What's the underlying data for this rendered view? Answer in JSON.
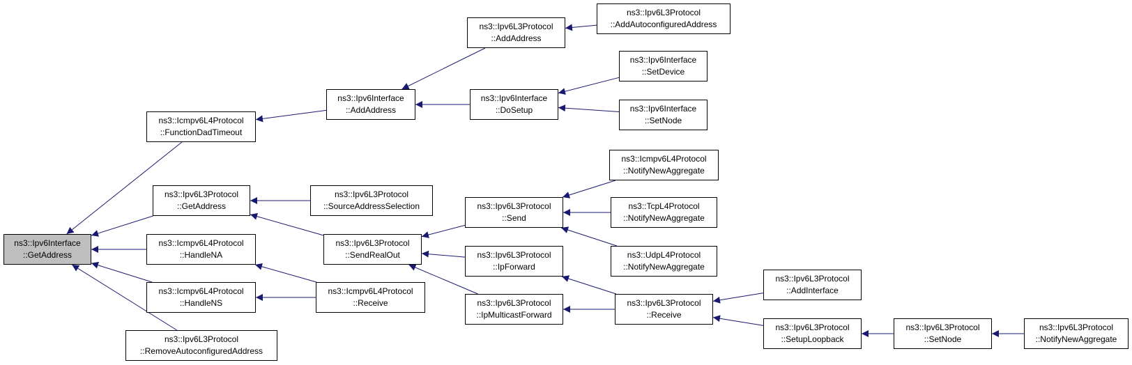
{
  "graph": {
    "title": "",
    "edge_color": "#191970",
    "root_fill": "#bfbfbf",
    "nodes": [
      {
        "id": "root",
        "line1": "ns3::Ipv6Interface",
        "line2": "::GetAddress",
        "root": true
      },
      {
        "id": "fdt",
        "line1": "ns3::Icmpv6L4Protocol",
        "line2": "::FunctionDadTimeout"
      },
      {
        "id": "ga",
        "line1": "ns3::Ipv6L3Protocol",
        "line2": "::GetAddress"
      },
      {
        "id": "hna",
        "line1": "ns3::Icmpv6L4Protocol",
        "line2": "::HandleNA"
      },
      {
        "id": "hns",
        "line1": "ns3::Icmpv6L4Protocol",
        "line2": "::HandleNS"
      },
      {
        "id": "raa",
        "line1": "ns3::Ipv6L3Protocol",
        "line2": "::RemoveAutoconfiguredAddress"
      },
      {
        "id": "ifaddr",
        "line1": "ns3::Ipv6Interface",
        "line2": "::AddAddress"
      },
      {
        "id": "sas",
        "line1": "ns3::Ipv6L3Protocol",
        "line2": "::SourceAddressSelection"
      },
      {
        "id": "sro",
        "line1": "ns3::Ipv6L3Protocol",
        "line2": "::SendRealOut"
      },
      {
        "id": "icrecv",
        "line1": "ns3::Icmpv6L4Protocol",
        "line2": "::Receive"
      },
      {
        "id": "l3addaddr",
        "line1": "ns3::Ipv6L3Protocol",
        "line2": "::AddAddress"
      },
      {
        "id": "dosetup",
        "line1": "ns3::Ipv6Interface",
        "line2": "::DoSetup"
      },
      {
        "id": "send",
        "line1": "ns3::Ipv6L3Protocol",
        "line2": "::Send"
      },
      {
        "id": "ipfwd",
        "line1": "ns3::Ipv6L3Protocol",
        "line2": "::IpForward"
      },
      {
        "id": "ipmfwd",
        "line1": "ns3::Ipv6L3Protocol",
        "line2": "::IpMulticastForward"
      },
      {
        "id": "aaa",
        "line1": "ns3::Ipv6L3Protocol",
        "line2": "::AddAutoconfiguredAddress"
      },
      {
        "id": "setdev",
        "line1": "ns3::Ipv6Interface",
        "line2": "::SetDevice"
      },
      {
        "id": "setnode_if",
        "line1": "ns3::Ipv6Interface",
        "line2": "::SetNode"
      },
      {
        "id": "icnna",
        "line1": "ns3::Icmpv6L4Protocol",
        "line2": "::NotifyNewAggregate"
      },
      {
        "id": "tcpnna",
        "line1": "ns3::TcpL4Protocol",
        "line2": "::NotifyNewAggregate"
      },
      {
        "id": "udpnna",
        "line1": "ns3::UdpL4Protocol",
        "line2": "::NotifyNewAggregate"
      },
      {
        "id": "l3recv",
        "line1": "ns3::Ipv6L3Protocol",
        "line2": "::Receive"
      },
      {
        "id": "addif",
        "line1": "ns3::Ipv6L3Protocol",
        "line2": "::AddInterface"
      },
      {
        "id": "setuplb",
        "line1": "ns3::Ipv6L3Protocol",
        "line2": "::SetupLoopback"
      },
      {
        "id": "l3setnode",
        "line1": "ns3::Ipv6L3Protocol",
        "line2": "::SetNode"
      },
      {
        "id": "l3nna",
        "line1": "ns3::Ipv6L3Protocol",
        "line2": "::NotifyNewAggregate"
      }
    ],
    "edges": [
      {
        "from": "fdt",
        "to": "root"
      },
      {
        "from": "ga",
        "to": "root"
      },
      {
        "from": "hna",
        "to": "root"
      },
      {
        "from": "hns",
        "to": "root"
      },
      {
        "from": "raa",
        "to": "root"
      },
      {
        "from": "ifaddr",
        "to": "fdt"
      },
      {
        "from": "sas",
        "to": "ga"
      },
      {
        "from": "sro",
        "to": "ga"
      },
      {
        "from": "icrecv",
        "to": "hna"
      },
      {
        "from": "icrecv",
        "to": "hns"
      },
      {
        "from": "l3addaddr",
        "to": "ifaddr"
      },
      {
        "from": "dosetup",
        "to": "ifaddr"
      },
      {
        "from": "send",
        "to": "sro"
      },
      {
        "from": "ipfwd",
        "to": "sro"
      },
      {
        "from": "ipmfwd",
        "to": "sro"
      },
      {
        "from": "aaa",
        "to": "l3addaddr"
      },
      {
        "from": "setdev",
        "to": "dosetup"
      },
      {
        "from": "setnode_if",
        "to": "dosetup"
      },
      {
        "from": "icnna",
        "to": "send"
      },
      {
        "from": "tcpnna",
        "to": "send"
      },
      {
        "from": "udpnna",
        "to": "send"
      },
      {
        "from": "l3recv",
        "to": "ipfwd"
      },
      {
        "from": "l3recv",
        "to": "ipmfwd"
      },
      {
        "from": "addif",
        "to": "l3recv"
      },
      {
        "from": "setuplb",
        "to": "l3recv"
      },
      {
        "from": "l3setnode",
        "to": "setuplb"
      },
      {
        "from": "l3nna",
        "to": "l3setnode"
      }
    ]
  }
}
